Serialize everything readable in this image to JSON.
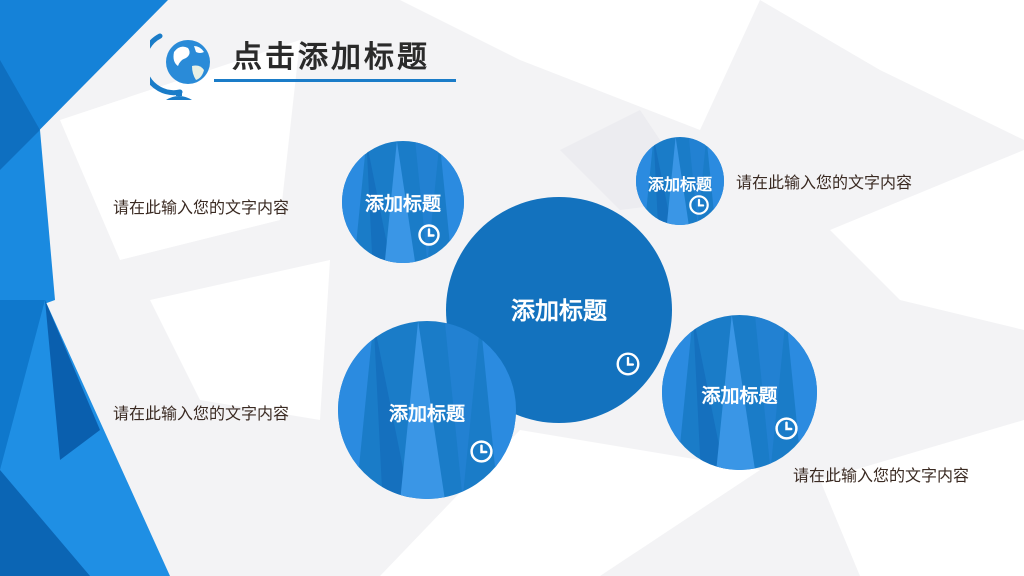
{
  "header": {
    "title": "点击添加标题"
  },
  "center": {
    "title": "添加标题"
  },
  "items": [
    {
      "title": "添加标题",
      "desc": "请在此输入您的文字内容"
    },
    {
      "title": "添加标题",
      "desc": "请在此输入您的文字内容"
    },
    {
      "title": "添加标题",
      "desc": "请在此输入您的文字内容"
    },
    {
      "title": "添加标题",
      "desc": "请在此输入您的文字内容"
    }
  ],
  "colors": {
    "primary": "#1a7cc8",
    "accent": "#2b8be0",
    "dark": "#0d5fa6",
    "text": "#3a2a22"
  },
  "icons": {
    "header": "globe-icon",
    "circle": "clock-icon"
  }
}
